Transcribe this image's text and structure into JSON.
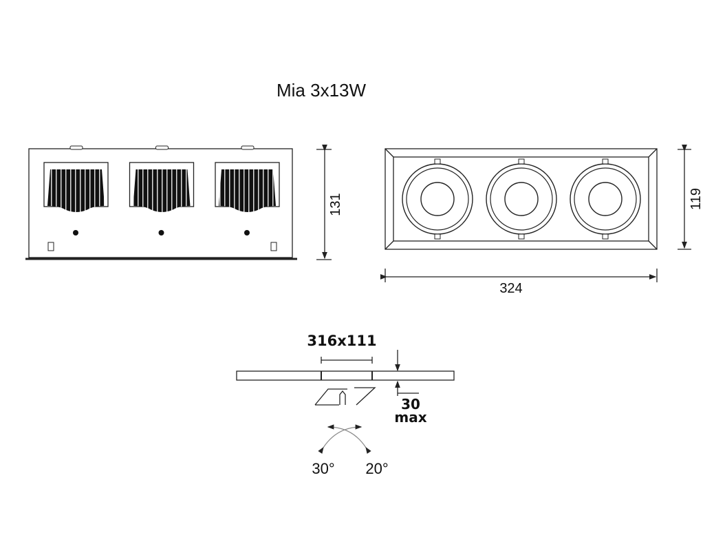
{
  "title": "Mia 3x13W",
  "front_view": {
    "height_label": "131",
    "modules": 3
  },
  "top_view": {
    "height_label": "119",
    "width_label": "324",
    "modules": 3
  },
  "cutout": {
    "size_label": "316x111",
    "depth_value": "30",
    "depth_suffix": "max"
  },
  "tilt": {
    "left_label": "30°",
    "right_label": "20°"
  }
}
